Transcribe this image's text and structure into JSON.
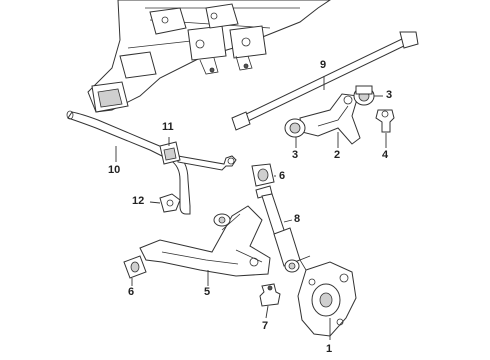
{
  "diagram": {
    "callouts": [
      {
        "id": "c1",
        "label": "1"
      },
      {
        "id": "c2",
        "label": "2"
      },
      {
        "id": "c3a",
        "label": "3"
      },
      {
        "id": "c3b",
        "label": "3"
      },
      {
        "id": "c4",
        "label": "4"
      },
      {
        "id": "c5",
        "label": "5"
      },
      {
        "id": "c6a",
        "label": "6"
      },
      {
        "id": "c6b",
        "label": "6"
      },
      {
        "id": "c7",
        "label": "7"
      },
      {
        "id": "c8",
        "label": "8"
      },
      {
        "id": "c9",
        "label": "9"
      },
      {
        "id": "c10",
        "label": "10"
      },
      {
        "id": "c11",
        "label": "11"
      },
      {
        "id": "c12",
        "label": "12"
      }
    ]
  }
}
